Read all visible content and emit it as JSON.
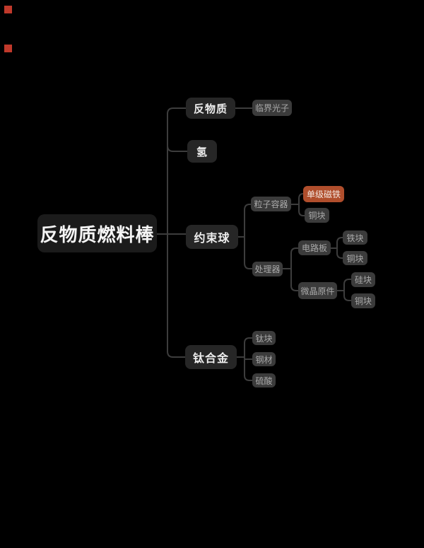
{
  "colors": {
    "background": "#000000",
    "root_node_bg": "#1b1b1b",
    "branch_node_bg": "#262626",
    "sub_node_bg": "#3b3b3b",
    "highlight_node_bg": "#b04e2c",
    "connector_line": "#3d3d3d",
    "corner_marker": "#c0392b",
    "root_text": "#f5f5f5",
    "sub_text": "#a9a9a9"
  },
  "corner_markers": [
    {
      "name": "red-square-marker-top",
      "color": "#c0392b"
    },
    {
      "name": "red-square-marker-bottom",
      "color": "#c0392b"
    }
  ],
  "mindmap": {
    "root": {
      "label": "反物质燃料棒"
    },
    "branches": [
      {
        "label": "反物质",
        "children": [
          {
            "label": "临界光子"
          }
        ]
      },
      {
        "label": "氢",
        "children": []
      },
      {
        "label": "约束球",
        "children": [
          {
            "label": "粒子容器",
            "children": [
              {
                "label": "单级磁铁",
                "highlighted": true,
                "highlight_color": "#b04e2c"
              },
              {
                "label": "铜块"
              }
            ]
          },
          {
            "label": "处理器",
            "children": [
              {
                "label": "电路板",
                "children": [
                  {
                    "label": "铁块"
                  },
                  {
                    "label": "铜块"
                  }
                ]
              },
              {
                "label": "微晶原件",
                "children": [
                  {
                    "label": "硅块"
                  },
                  {
                    "label": "铜块"
                  }
                ]
              }
            ]
          }
        ]
      },
      {
        "label": "钛合金",
        "children": [
          {
            "label": "钛块"
          },
          {
            "label": "钢材"
          },
          {
            "label": "硫酸"
          }
        ]
      }
    ]
  }
}
